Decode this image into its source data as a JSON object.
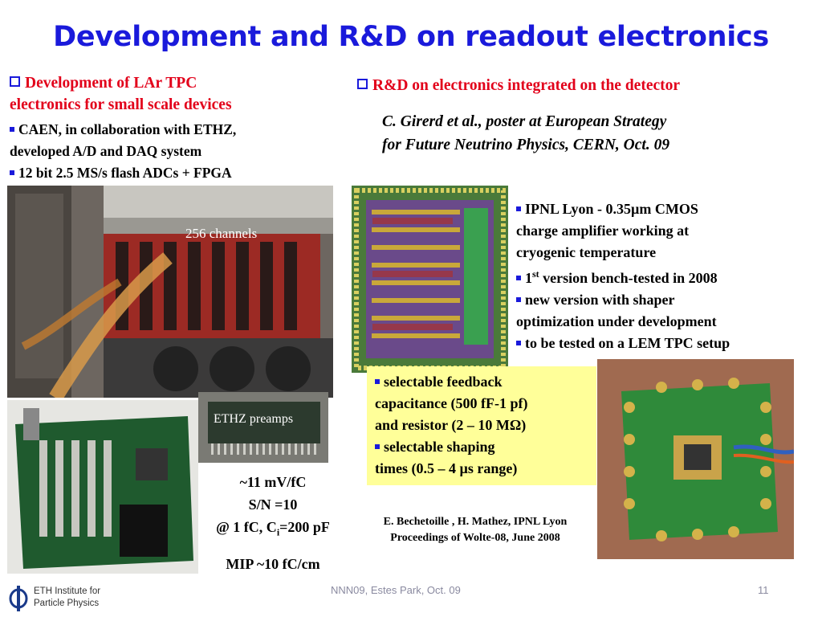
{
  "slide": {
    "title": "Development and R&D on readout electronics",
    "page_number": "11",
    "footer_center": "NNN09, Estes Park, Oct. 09",
    "logo_text_line1": "ETH Institute for",
    "logo_text_line2": "Particle Physics"
  },
  "left": {
    "heading_line1": "Development of LAr TPC",
    "heading_line2": "electronics for small scale devices",
    "bullet1_line1": "CAEN, in collaboration with ETHZ,",
    "bullet1_line2": "developed A/D and DAQ system",
    "bullet2": "12 bit 2.5 MS/s flash ADCs + FPGA",
    "photo_caption": "256 channels",
    "preamp_caption": "ETHZ preamps",
    "spec1": "~11 mV/fC",
    "spec2": "S/N =10",
    "spec3_pre": "@ 1 fC, C",
    "spec3_sub": "i",
    "spec3_post": "=200 pF",
    "spec4": "MIP ~10 fC/cm"
  },
  "right": {
    "heading": "R&D on electronics integrated on the detector",
    "ref_line1": "C. Girerd et al., poster at European Strategy",
    "ref_line2": "for Future Neutrino Physics, CERN, Oct. 09",
    "b1_line1": "IPNL Lyon - 0.35µm CMOS",
    "b1_line2": "charge amplifier working at",
    "b1_line3": "cryogenic temperature",
    "b2_pre": "1",
    "b2_sup": "st",
    "b2_post": " version bench-tested in 2008",
    "b3_line1": "new version with shaper",
    "b3_line2": "optimization under development",
    "b4": "to be tested on a LEM TPC setup",
    "box_b1_line1": "selectable feedback",
    "box_b1_line2": "capacitance (500 fF-1 pf)",
    "box_b1_line3": "and resistor (2 – 10 MΩ)",
    "box_b2_line1": "selectable shaping",
    "box_b2_line2": "times (0.5 – 4 µs range)",
    "credit_line1": "E. Bechetoille , H. Mathez, IPNL Lyon",
    "credit_line2": "Proceedings of Wolte-08, June 2008"
  },
  "colors": {
    "title_blue": "#1a1adb",
    "heading_red": "#e2001a",
    "box_yellow": "#ffff99",
    "footer_gray": "#8a8aa0"
  }
}
